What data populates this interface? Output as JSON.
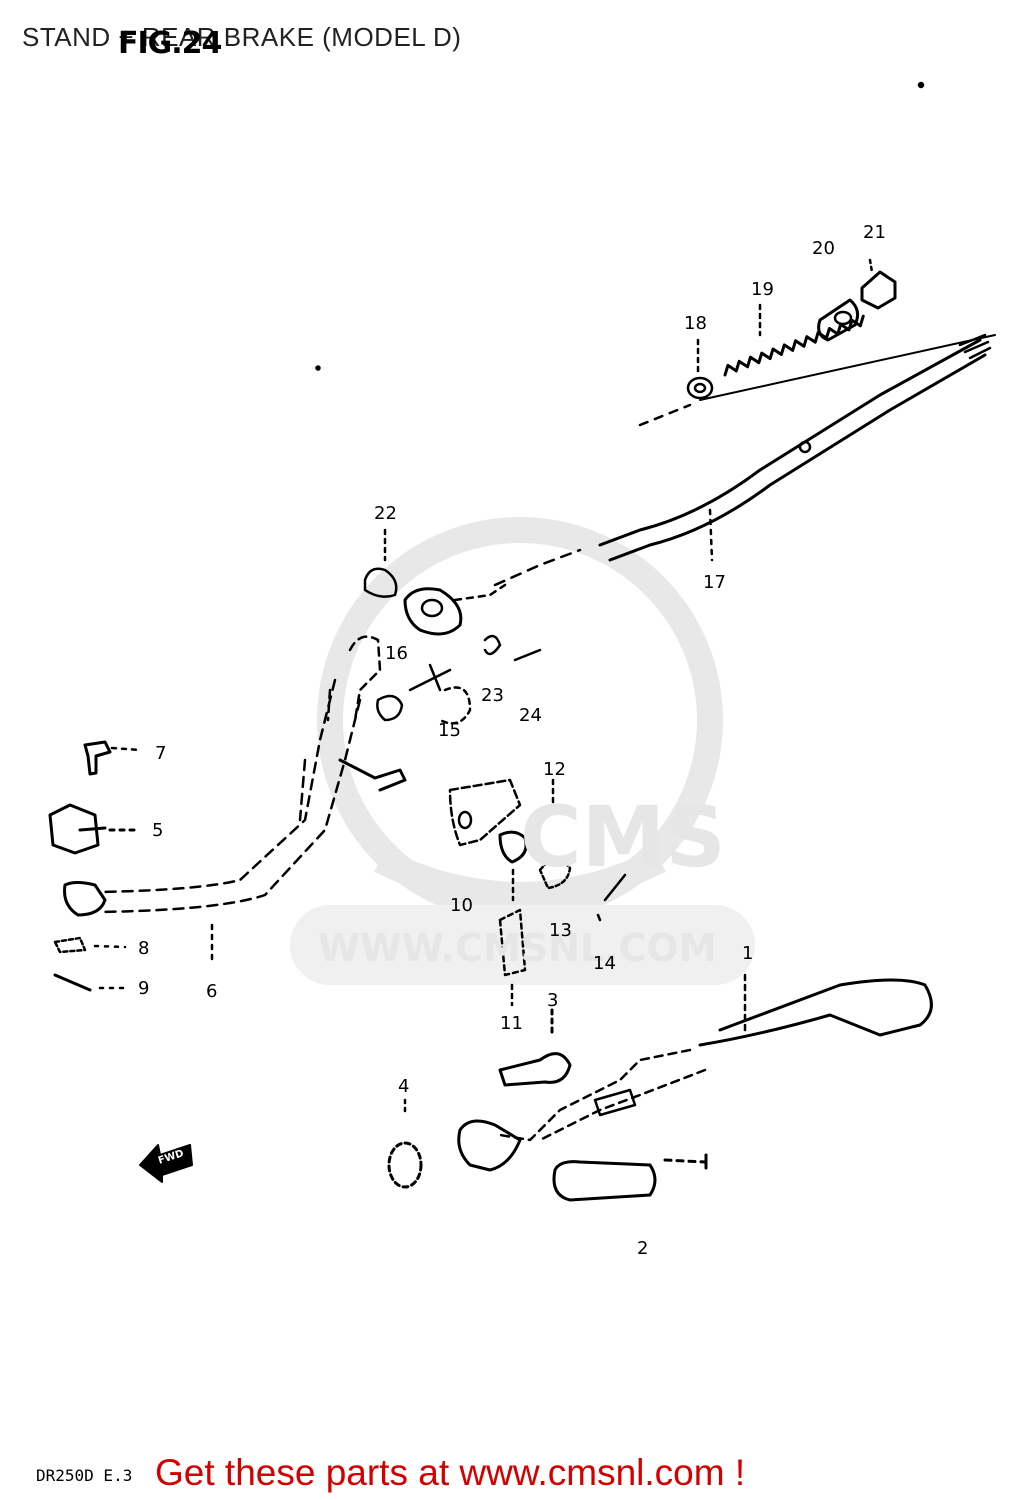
{
  "page": {
    "title": "STAND + REAR BRAKE (MODEL D)",
    "figure_label": "FIG.24",
    "model_code": "DR250D E.3",
    "footer_link": "Get these parts at www.cmsnl.com !",
    "watermark_text": "WWW.CMSNL.COM",
    "watermark_logo": "CMS",
    "accent_color": "#d40000"
  },
  "callouts": [
    "1",
    "2",
    "3",
    "4",
    "5",
    "6",
    "7",
    "8",
    "9",
    "10",
    "11",
    "12",
    "13",
    "14",
    "15",
    "16",
    "17",
    "18",
    "19",
    "20",
    "21",
    "22",
    "23",
    "24"
  ],
  "fwd_arrow_label": "FWD"
}
